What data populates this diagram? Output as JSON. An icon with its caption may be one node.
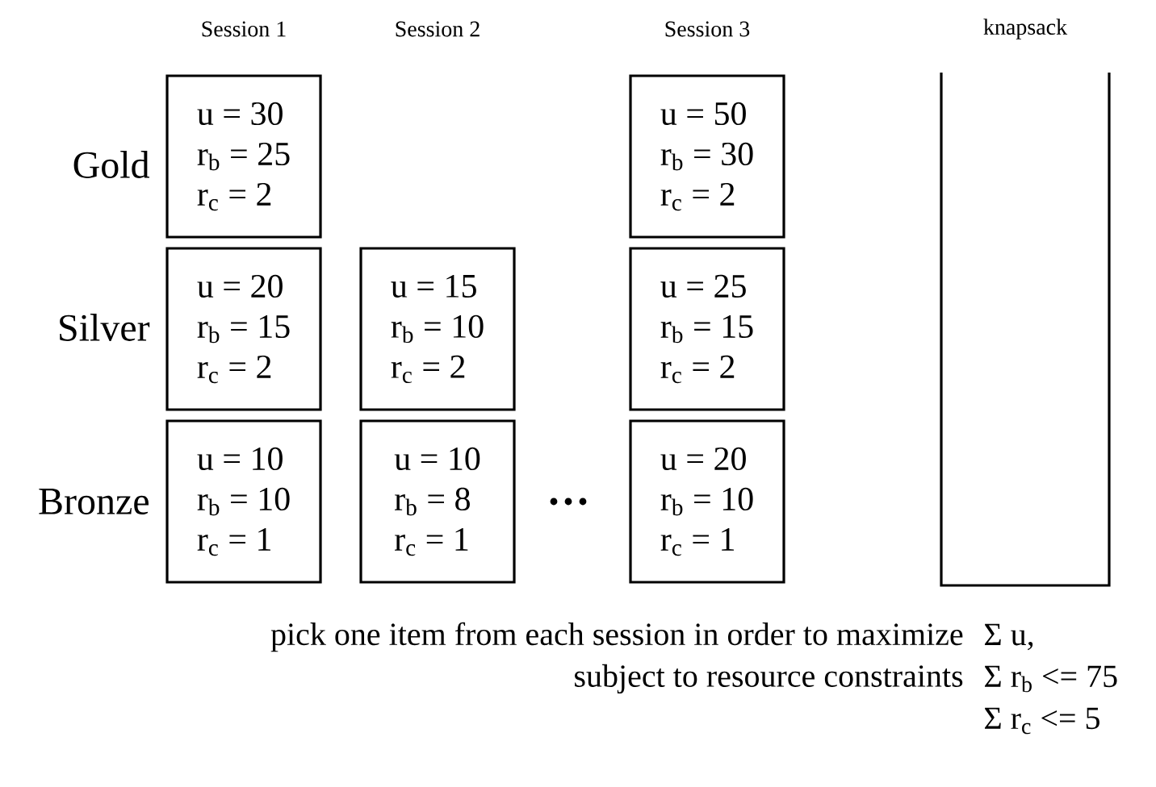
{
  "diagram": {
    "nodes": [
      {
        "text": [
          "u = 30",
          "r$_{b}$ = 25",
          "r$_{c}$ = 2"
        ]
      },
      {
        "text": [
          "u = 50",
          "r$_{b}$ = 30",
          "r$_{c}$ = 2"
        ]
      },
      {
        "text": [
          "u = 20",
          "r$_{b}$ = 15",
          "r$_{c}$ = 2"
        ]
      },
      {
        "text": [
          "u = 15",
          "r$_{b}$ = 10",
          "r$_{c}$ = 2"
        ]
      },
      {
        "text": [
          "u = 25",
          "r$_{b}$ = 15",
          "r$_{c}$ = 2"
        ]
      },
      {
        "text": [
          "u = 10",
          "r$_{b}$ = 10",
          "r$_{c}$ = 1"
        ]
      },
      {
        "text": [
          "u = 10",
          "r$_{b}$ = 8",
          "r$_{c}$ = 1"
        ]
      },
      {
        "text": [
          "u = 20",
          "r$_{b}$ = 10",
          "r$_{c}$ = 1"
        ]
      },
      {
        "text": [
          "knapsack"
        ]
      }
    ],
    "labels": [
      "Session 1",
      "Session 2",
      "Session 3",
      "Gold",
      "Silver",
      "Bronze",
      "pick one item from each session in order to maximize",
      "Σ u,",
      "subject to resource constraints",
      "Σ r$_{b}$ <= 75",
      "Σ r$_{c}$ <= 5"
    ]
  }
}
